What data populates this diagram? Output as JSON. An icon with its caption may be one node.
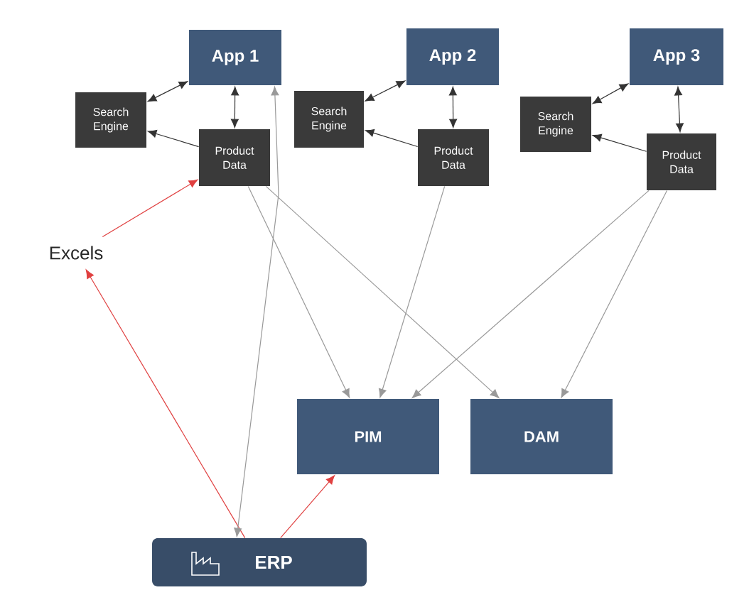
{
  "diagram": {
    "nodes": [
      {
        "text": [
          "App 1"
        ]
      },
      {
        "text": [
          "App 2"
        ]
      },
      {
        "text": [
          "App 3"
        ]
      },
      {
        "text": [
          "Search Engine"
        ]
      },
      {
        "text": [
          "Search Engine"
        ]
      },
      {
        "text": [
          "Search Engine"
        ]
      },
      {
        "text": [
          "Product Data"
        ]
      },
      {
        "text": [
          "Product Data"
        ]
      },
      {
        "text": [
          "Product Data"
        ]
      },
      {
        "text": [
          "Excels"
        ]
      },
      {
        "text": [
          "PIM"
        ]
      },
      {
        "text": [
          "DAM"
        ]
      },
      {
        "text": [
          "ERP"
        ]
      }
    ],
    "edges": [
      {
        "from": 3,
        "to": 0,
        "arrow": "both"
      },
      {
        "from": 6,
        "to": 0,
        "arrow": "both"
      },
      {
        "from": 6,
        "to": 3,
        "arrow": "to"
      },
      {
        "from": 4,
        "to": 1,
        "arrow": "both"
      },
      {
        "from": 7,
        "to": 1,
        "arrow": "both"
      },
      {
        "from": 7,
        "to": 4,
        "arrow": "to"
      },
      {
        "from": 5,
        "to": 2,
        "arrow": "both"
      },
      {
        "from": 8,
        "to": 2,
        "arrow": "both"
      },
      {
        "from": 8,
        "to": 5,
        "arrow": "to"
      },
      {
        "from": 9,
        "to": 6,
        "arrow": "to",
        "color": "#e04040"
      },
      {
        "from": 12,
        "to": 9,
        "arrow": "to",
        "color": "#e04040"
      },
      {
        "from": 12,
        "to": 10,
        "arrow": "to",
        "color": "#e04040"
      },
      {
        "from": 12,
        "to": 0,
        "arrow": "both",
        "color": "#999999"
      },
      {
        "from": 6,
        "to": 10,
        "arrow": "to",
        "color": "#999999"
      },
      {
        "from": 6,
        "to": 11,
        "arrow": "to",
        "color": "#999999"
      },
      {
        "from": 7,
        "to": 10,
        "arrow": "to",
        "color": "#999999"
      },
      {
        "from": 8,
        "to": 10,
        "arrow": "to",
        "color": "#999999"
      },
      {
        "from": 8,
        "to": 11,
        "arrow": "to",
        "color": "#999999"
      }
    ]
  }
}
